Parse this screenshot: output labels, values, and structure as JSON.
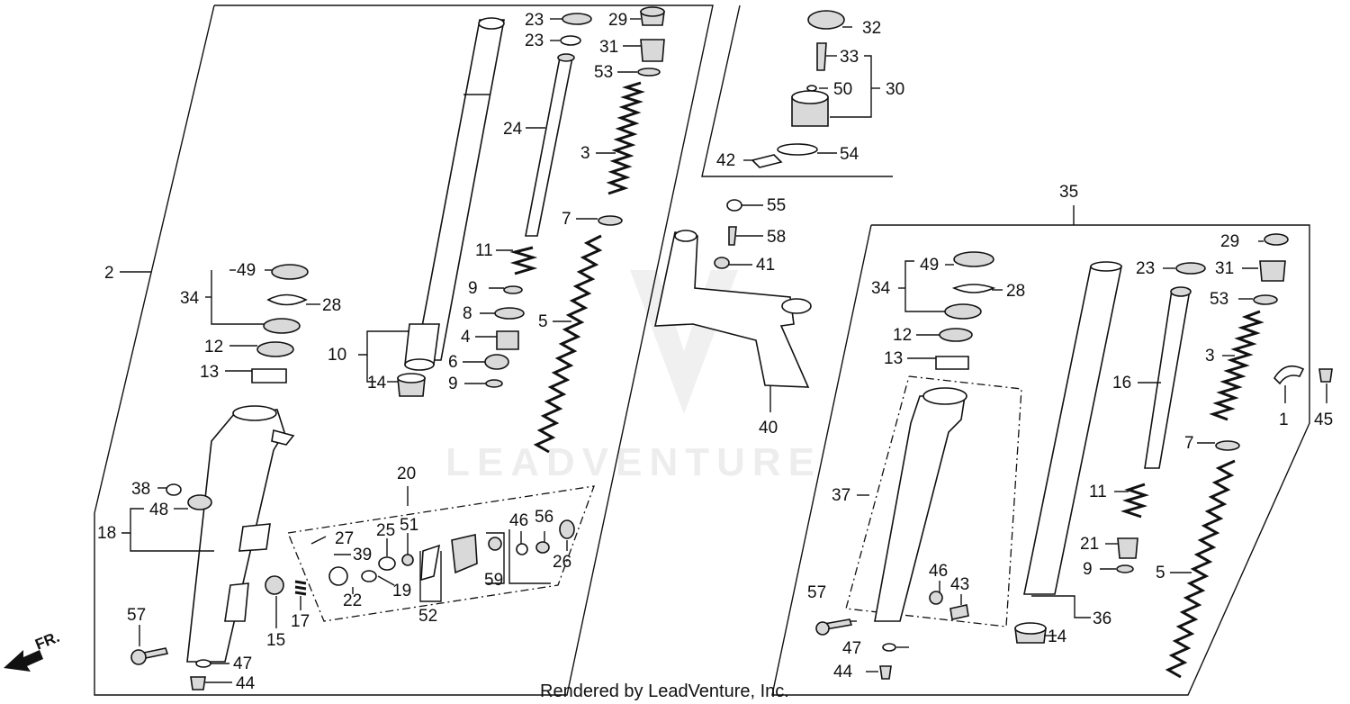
{
  "callouts": {
    "c1": "1",
    "c2": "2",
    "c3a": "3",
    "c3b": "3",
    "c4": "4",
    "c5a": "5",
    "c5b": "5",
    "c6": "6",
    "c7a": "7",
    "c7b": "7",
    "c8": "8",
    "c9a": "9",
    "c9b": "9",
    "c9c": "9",
    "c10": "10",
    "c11a": "11",
    "c11b": "11",
    "c12a": "12",
    "c12b": "12",
    "c13a": "13",
    "c13b": "13",
    "c14a": "14",
    "c14b": "14",
    "c15": "15",
    "c16": "16",
    "c17": "17",
    "c18": "18",
    "c19": "19",
    "c20": "20",
    "c21": "21",
    "c22": "22",
    "c23a": "23",
    "c23b": "23",
    "c23c": "23",
    "c24": "24",
    "c25": "25",
    "c26": "26",
    "c27": "27",
    "c28a": "28",
    "c28b": "28",
    "c29a": "29",
    "c29b": "29",
    "c30": "30",
    "c31a": "31",
    "c31b": "31",
    "c32": "32",
    "c33": "33",
    "c34a": "34",
    "c34b": "34",
    "c35": "35",
    "c36": "36",
    "c37": "37",
    "c38": "38",
    "c39": "39",
    "c40": "40",
    "c41": "41",
    "c42": "42",
    "c43": "43",
    "c44a": "44",
    "c44b": "44",
    "c45": "45",
    "c46a": "46",
    "c46b": "46",
    "c47a": "47",
    "c47b": "47",
    "c48": "48",
    "c49a": "49",
    "c49b": "49",
    "c50": "50",
    "c51": "51",
    "c52": "52",
    "c53a": "53",
    "c53b": "53",
    "c54": "54",
    "c55": "55",
    "c56": "56",
    "c57a": "57",
    "c57b": "57",
    "c58": "58",
    "c59": "59"
  },
  "front_arrow": "FR.",
  "watermark": "LEADVENTURE",
  "footer": "Rendered by LeadVenture, Inc."
}
